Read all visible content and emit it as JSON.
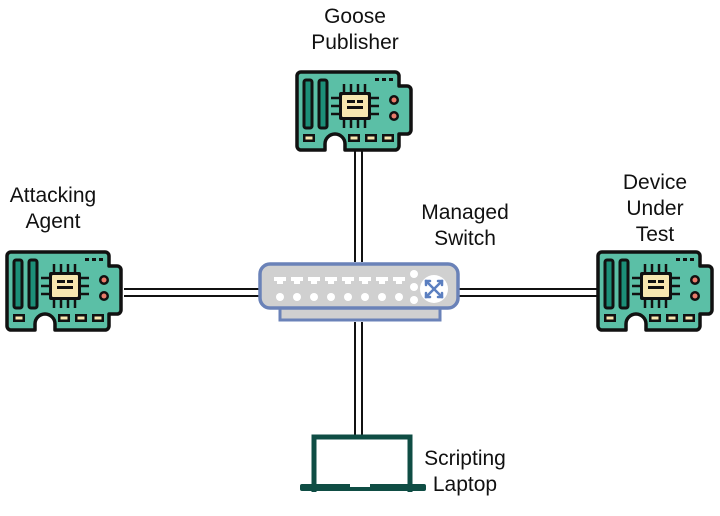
{
  "diagram": {
    "nodes": [
      {
        "id": "goose-publisher",
        "label": "Goose\nPublisher",
        "icon": "circuit-board-icon"
      },
      {
        "id": "attacking-agent",
        "label": "Attacking\nAgent",
        "icon": "circuit-board-icon"
      },
      {
        "id": "device-under-test",
        "label": "Device\nUnder\nTest",
        "icon": "circuit-board-icon"
      },
      {
        "id": "managed-switch",
        "label": "Managed\nSwitch",
        "icon": "network-switch-icon"
      },
      {
        "id": "scripting-laptop",
        "label": "Scripting\nLaptop",
        "icon": "laptop-icon"
      }
    ],
    "edges": [
      {
        "from": "goose-publisher",
        "to": "managed-switch"
      },
      {
        "from": "attacking-agent",
        "to": "managed-switch"
      },
      {
        "from": "device-under-test",
        "to": "managed-switch"
      },
      {
        "from": "scripting-laptop",
        "to": "managed-switch"
      }
    ],
    "colors": {
      "board_fill": "#5bbfa6",
      "board_slot": "#1c8f78",
      "board_outline": "#111111",
      "chip_fill": "#f8e7b0",
      "led": "#e97b6a",
      "switch_fill": "#d0d0d0",
      "switch_outline": "#6a82b8",
      "laptop": "#0f4d44"
    }
  }
}
